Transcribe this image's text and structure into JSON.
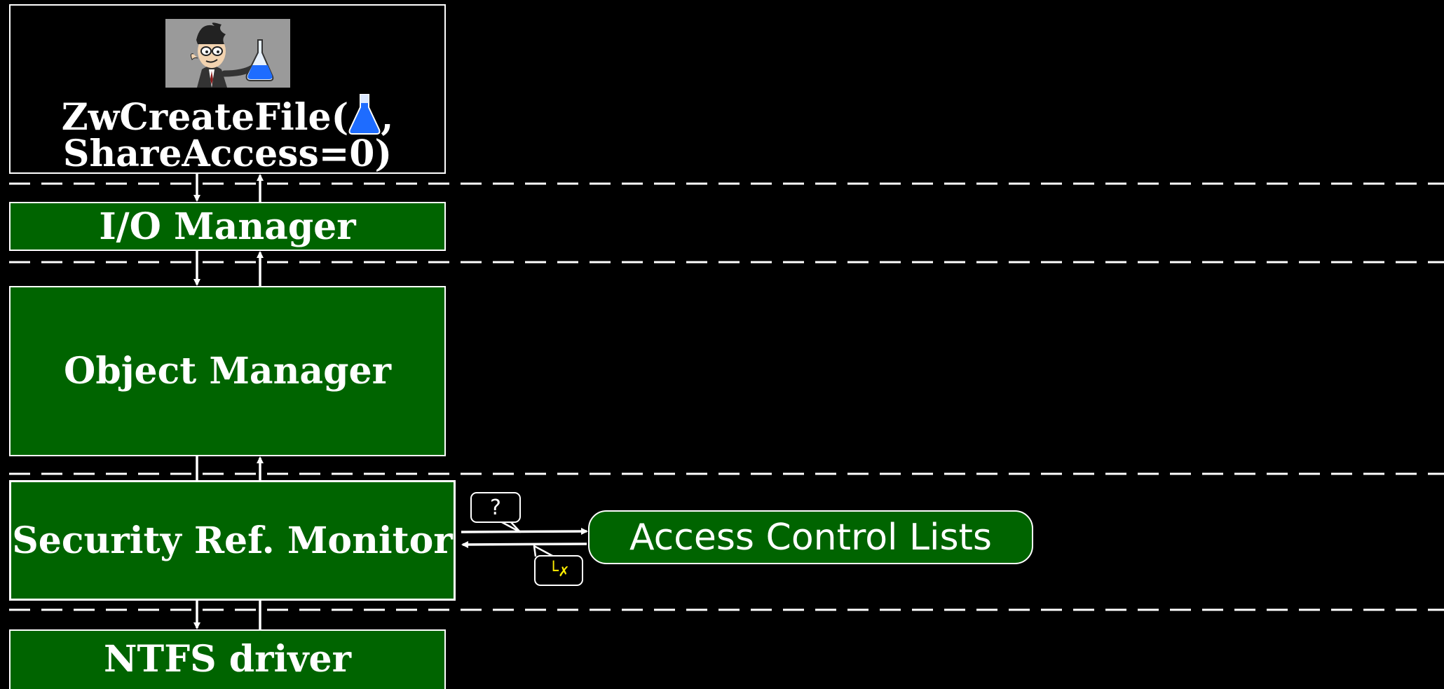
{
  "api_call": {
    "line1_text": "ZwCreateFile(",
    "line1_suffix": ",",
    "line2_text": "ShareAccess=0)",
    "picture": "scientist-holding-flask-cartoon",
    "inline_icon": "blue-flask-icon"
  },
  "layers": {
    "io_manager": "I/O Manager",
    "object_manager": "Object Manager",
    "security_ref_monitor": "Security Ref. Monitor",
    "ntfs_driver": "NTFS driver"
  },
  "access_control_lists": "Access Control Lists",
  "bubbles": {
    "question": "?",
    "denied": "└✗"
  },
  "colors": {
    "background": "#000000",
    "layer_fill": "#006400",
    "outline": "#ffffff",
    "flask_liquid": "#1e6cff",
    "denied_mark": "#ffee00"
  }
}
